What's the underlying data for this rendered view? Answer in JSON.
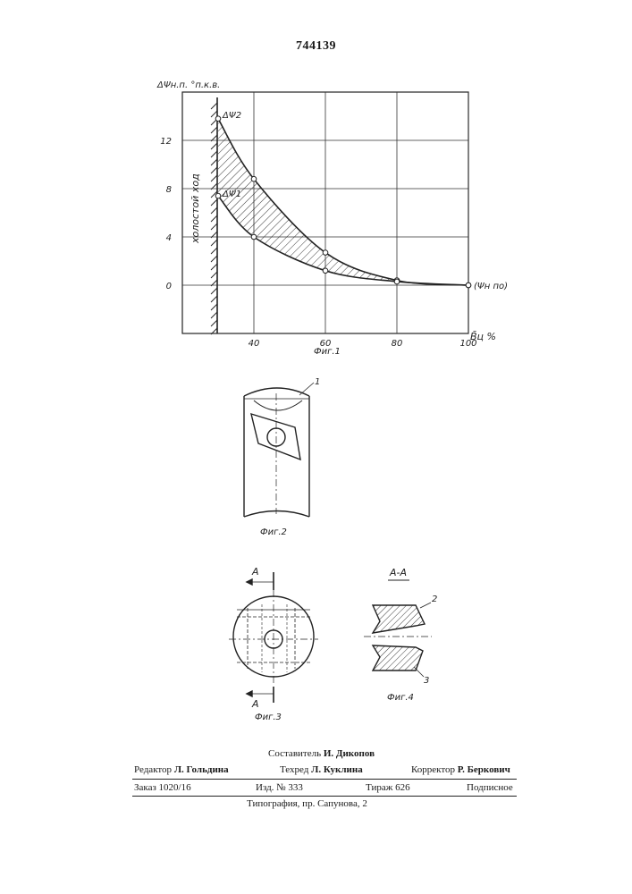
{
  "document": {
    "patent_number": "744139"
  },
  "chart_data": {
    "type": "area",
    "ylabel": "ΔΨн.п. °п.к.в.",
    "xlabel": "B̄ц %",
    "x_ticks": [
      "40",
      "60",
      "80",
      "100"
    ],
    "y_ticks": [
      "0",
      "4",
      "8",
      "12"
    ],
    "xlim": [
      20,
      100
    ],
    "ylim": [
      -4,
      16
    ],
    "grid": true,
    "zone_label": "холостой ход",
    "end_label": "(Ψн по)",
    "caption": "Фиг.1",
    "series": [
      {
        "name": "ΔΨ2",
        "x": [
          30,
          40,
          60,
          80,
          100
        ],
        "y": [
          13.8,
          8.8,
          2.7,
          0.4,
          0
        ]
      },
      {
        "name": "ΔΨ1",
        "x": [
          30,
          40,
          60,
          80,
          100
        ],
        "y": [
          7.4,
          4.0,
          1.2,
          0.3,
          0
        ]
      }
    ]
  },
  "figures": {
    "fig2": {
      "caption": "Фиг.2",
      "ref": "1"
    },
    "fig3": {
      "caption": "Фиг.3",
      "section_top": "A",
      "section_bottom": "A"
    },
    "fig4": {
      "caption": "Фиг.4",
      "title": "A-A",
      "ref_top": "2",
      "ref_bottom": "3"
    }
  },
  "imprint": {
    "compiler_label": "Составитель",
    "compiler_name": "И. Дикопов",
    "editor_label": "Редактор",
    "editor_name": "Л. Гольдина",
    "techred_label": "Техред",
    "techred_name": "Л. Куклина",
    "corrector_label": "Корректор",
    "corrector_name": "Р. Беркович",
    "order": "Заказ 1020/16",
    "edition": "Изд. № 333",
    "circulation": "Тираж 626",
    "subscription": "Подписное",
    "printer": "Типография, пр. Сапунова, 2"
  }
}
